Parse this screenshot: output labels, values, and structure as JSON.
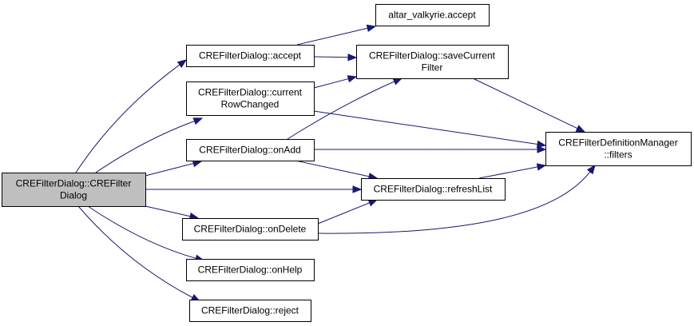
{
  "nodes": [
    {
      "id": "root",
      "lines": [
        "CREFilterDialog::CREFilter",
        "Dialog"
      ],
      "highlight": true
    },
    {
      "id": "accept",
      "lines": [
        "CREFilterDialog::accept"
      ]
    },
    {
      "id": "current",
      "lines": [
        "CREFilterDialog::current",
        "RowChanged"
      ]
    },
    {
      "id": "onadd",
      "lines": [
        "CREFilterDialog::onAdd"
      ]
    },
    {
      "id": "ondelete",
      "lines": [
        "CREFilterDialog::onDelete"
      ]
    },
    {
      "id": "onhelp",
      "lines": [
        "CREFilterDialog::onHelp"
      ]
    },
    {
      "id": "reject",
      "lines": [
        "CREFilterDialog::reject"
      ]
    },
    {
      "id": "altar",
      "lines": [
        "altar_valkyrie.accept"
      ]
    },
    {
      "id": "save",
      "lines": [
        "CREFilterDialog::saveCurrent",
        "Filter"
      ]
    },
    {
      "id": "refresh",
      "lines": [
        "CREFilterDialog::refreshList"
      ]
    },
    {
      "id": "filters",
      "lines": [
        "CREFilterDefinitionManager",
        "::filters"
      ]
    }
  ],
  "edges": [
    {
      "from": "root",
      "to": "accept"
    },
    {
      "from": "root",
      "to": "current"
    },
    {
      "from": "root",
      "to": "onadd"
    },
    {
      "from": "root",
      "to": "refresh"
    },
    {
      "from": "root",
      "to": "ondelete"
    },
    {
      "from": "root",
      "to": "onhelp"
    },
    {
      "from": "root",
      "to": "reject"
    },
    {
      "from": "accept",
      "to": "altar"
    },
    {
      "from": "accept",
      "to": "save"
    },
    {
      "from": "current",
      "to": "save"
    },
    {
      "from": "current",
      "to": "filters"
    },
    {
      "from": "onadd",
      "to": "save"
    },
    {
      "from": "onadd",
      "to": "filters"
    },
    {
      "from": "onadd",
      "to": "refresh"
    },
    {
      "from": "ondelete",
      "to": "refresh"
    },
    {
      "from": "ondelete",
      "to": "filters"
    },
    {
      "from": "save",
      "to": "filters"
    },
    {
      "from": "refresh",
      "to": "filters"
    }
  ],
  "colors": {
    "edge": "#191970",
    "highlight_fill": "#bfbfbf",
    "node_fill": "#ffffff",
    "node_border": "#000000"
  }
}
